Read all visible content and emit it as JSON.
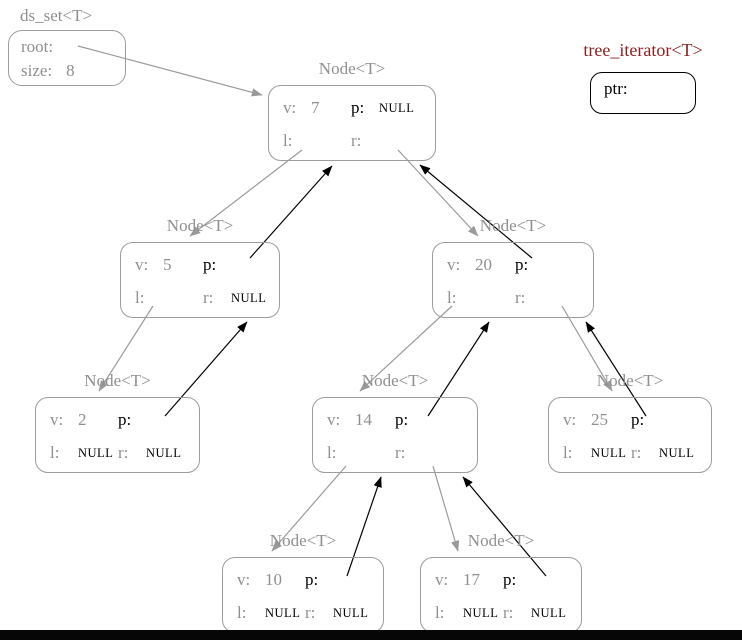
{
  "palette": {
    "muted_text": "#8f8f8f",
    "active_text": "#000000",
    "muted_border": "#9c9c9c",
    "active_border": "#000000",
    "iterator_title_color": "#8b1f1f",
    "background": "#ffffff",
    "bottom_bar": "#060606"
  },
  "ds_set": {
    "title": "ds_set<T>",
    "root_label": "root:",
    "size_label": "size:",
    "size_value": "8"
  },
  "iterator": {
    "title": "tree_iterator<T>",
    "ptr_label": "ptr:",
    "ptr_value": ""
  },
  "node_title": "Node<T>",
  "nodes": [
    {
      "name": "node-7",
      "v_label": "v:",
      "v": "7",
      "p_label": "p:",
      "p": "NULL",
      "l_label": "l:",
      "l": "",
      "r_label": "r:",
      "r": ""
    },
    {
      "name": "node-5",
      "v_label": "v:",
      "v": "5",
      "p_label": "p:",
      "p": "",
      "l_label": "l:",
      "l": "",
      "r_label": "r:",
      "r": "NULL"
    },
    {
      "name": "node-20",
      "v_label": "v:",
      "v": "20",
      "p_label": "p:",
      "p": "",
      "l_label": "l:",
      "l": "",
      "r_label": "r:",
      "r": ""
    },
    {
      "name": "node-2",
      "v_label": "v:",
      "v": "2",
      "p_label": "p:",
      "p": "",
      "l_label": "l:",
      "l": "NULL",
      "r_label": "r:",
      "r": "NULL"
    },
    {
      "name": "node-14",
      "v_label": "v:",
      "v": "14",
      "p_label": "p:",
      "p": "",
      "l_label": "l:",
      "l": "",
      "r_label": "r:",
      "r": ""
    },
    {
      "name": "node-25",
      "v_label": "v:",
      "v": "25",
      "p_label": "p:",
      "p": "",
      "l_label": "l:",
      "l": "NULL",
      "r_label": "r:",
      "r": "NULL"
    },
    {
      "name": "node-10",
      "v_label": "v:",
      "v": "10",
      "p_label": "p:",
      "p": "",
      "l_label": "l:",
      "l": "NULL",
      "r_label": "r:",
      "r": "NULL"
    },
    {
      "name": "node-17",
      "v_label": "v:",
      "v": "17",
      "p_label": "p:",
      "p": "",
      "l_label": "l:",
      "l": "NULL",
      "r_label": "r:",
      "r": "NULL"
    }
  ],
  "pointers": [
    {
      "from": "ds_set.root",
      "to": "node-7",
      "kind": "child-link"
    },
    {
      "from": "node-7.l",
      "to": "node-5",
      "kind": "child-link"
    },
    {
      "from": "node-7.r",
      "to": "node-20",
      "kind": "child-link"
    },
    {
      "from": "node-5.l",
      "to": "node-2",
      "kind": "child-link"
    },
    {
      "from": "node-20.l",
      "to": "node-14",
      "kind": "child-link"
    },
    {
      "from": "node-20.r",
      "to": "node-25",
      "kind": "child-link"
    },
    {
      "from": "node-14.l",
      "to": "node-10",
      "kind": "child-link"
    },
    {
      "from": "node-14.r",
      "to": "node-17",
      "kind": "child-link"
    },
    {
      "from": "node-5.p",
      "to": "node-7",
      "kind": "parent-link"
    },
    {
      "from": "node-20.p",
      "to": "node-7",
      "kind": "parent-link"
    },
    {
      "from": "node-2.p",
      "to": "node-5",
      "kind": "parent-link"
    },
    {
      "from": "node-14.p",
      "to": "node-20",
      "kind": "parent-link"
    },
    {
      "from": "node-25.p",
      "to": "node-20",
      "kind": "parent-link"
    },
    {
      "from": "node-10.p",
      "to": "node-14",
      "kind": "parent-link"
    },
    {
      "from": "node-17.p",
      "to": "node-14",
      "kind": "parent-link"
    }
  ]
}
